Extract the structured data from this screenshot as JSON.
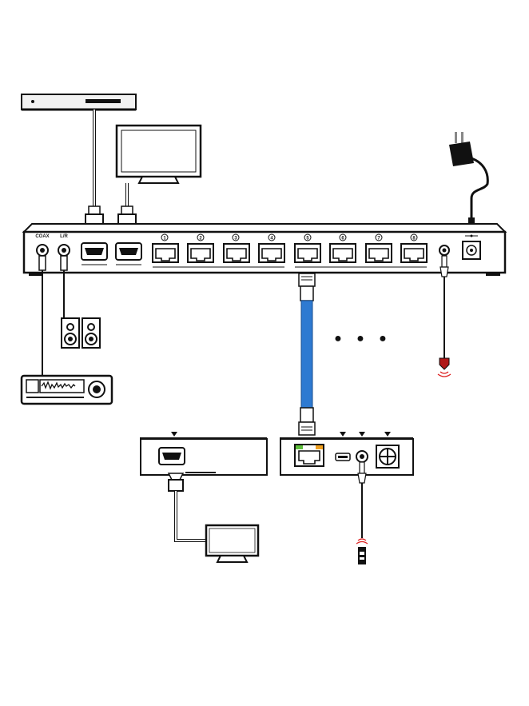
{
  "panel": {
    "coax_label": "COAX",
    "lr_label": "L/R",
    "ports": [
      "1",
      "2",
      "3",
      "4",
      "5",
      "6",
      "7",
      "8"
    ]
  },
  "dots": [
    "●",
    "●",
    "●"
  ]
}
